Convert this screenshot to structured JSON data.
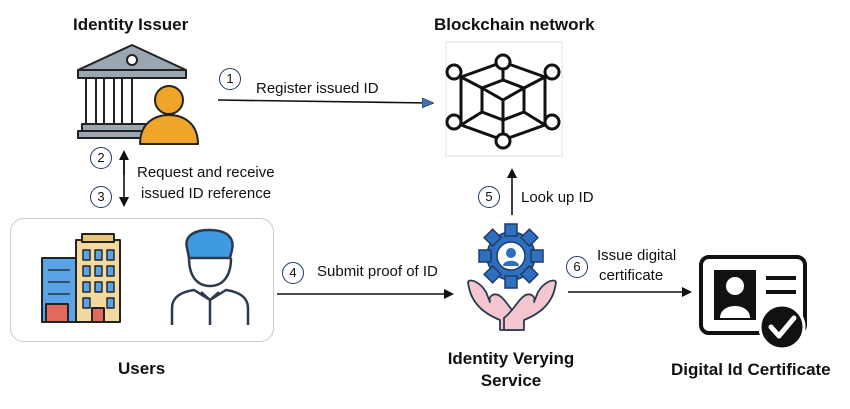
{
  "nodes": {
    "issuer": "Identity Issuer",
    "blockchain": "Blockchain network",
    "users": "Users",
    "verifier_line1": "Identity Verying",
    "verifier_line2": "Service",
    "certificate": "Digital Id Certificate"
  },
  "steps": [
    {
      "num": "1",
      "text": "Register issued ID"
    },
    {
      "num": "2",
      "text": "Request and receive"
    },
    {
      "num": "3",
      "text": "issued ID reference"
    },
    {
      "num": "4",
      "text": "Submit proof of ID"
    },
    {
      "num": "5",
      "text": "Look up ID"
    },
    {
      "num": "6",
      "text_line1": "Issue digital",
      "text_line2": "certificate"
    }
  ],
  "icons": {
    "issuer": "bank-with-person-icon",
    "blockchain": "network-cube-icon",
    "users_org": "office-building-icon",
    "users_person": "user-person-icon",
    "verifier": "gear-hands-icon",
    "certificate": "id-card-check-icon"
  },
  "colors": {
    "arrow": "#111111",
    "arrow_step1": "#3a73b8",
    "step_border": "#1f3864",
    "gear_blue": "#2f6fc0",
    "hands_pink": "#f4c7d0",
    "person_orange": "#f0a528",
    "bank_grey": "#9aa6b2"
  }
}
